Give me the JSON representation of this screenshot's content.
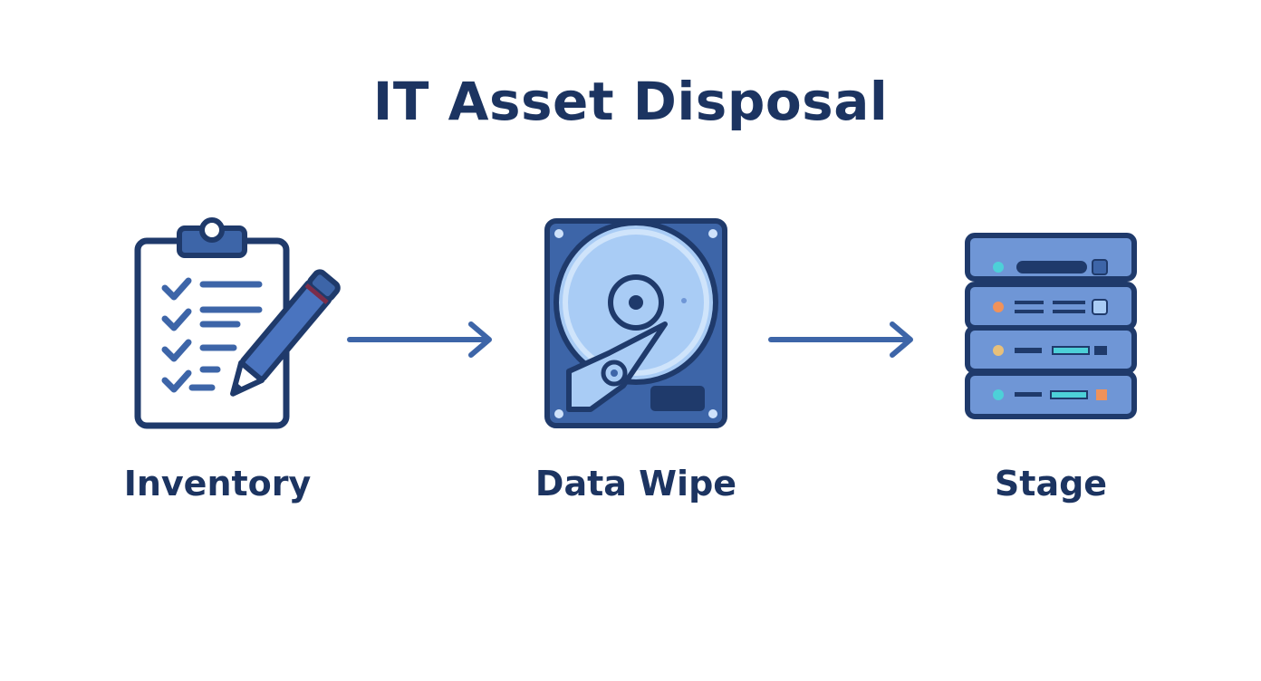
{
  "title": "IT Asset Disposal",
  "steps": [
    {
      "label": "Inventory",
      "icon": "clipboard-checklist-icon"
    },
    {
      "label": "Data Wipe",
      "icon": "hard-drive-icon"
    },
    {
      "label": "Stage",
      "icon": "server-rack-icon"
    }
  ],
  "colors": {
    "navy": "#1c3461",
    "primary": "#3d65a8",
    "light": "#a9ccf5",
    "mid": "#6f96d6"
  }
}
